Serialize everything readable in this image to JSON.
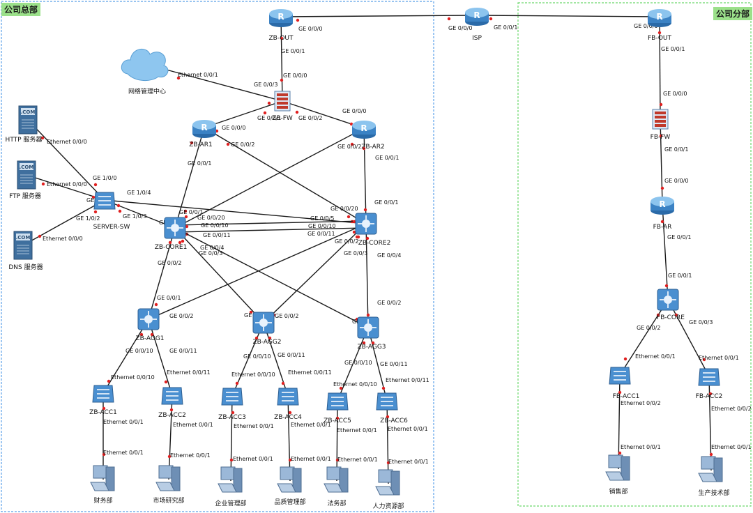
{
  "areas": {
    "hq": {
      "label": "公司总部"
    },
    "branch": {
      "label": "公司分部"
    }
  },
  "colors": {
    "hq_border": "#5aa0e8",
    "branch_border": "#6ad86a",
    "link": "#1a1a1a",
    "port_dot": "#e02020",
    "router": "#3b82c4",
    "switch": "#4a8fd0",
    "firewall": "#c0392b",
    "server": "#3f6f9e",
    "pc": "#6e8fb5",
    "cloud": "#8ec6ef"
  },
  "devices": [
    {
      "id": "zb-out",
      "label": "ZB-OUT",
      "type": "router"
    },
    {
      "id": "isp",
      "label": "ISP",
      "type": "router"
    },
    {
      "id": "fb-out",
      "label": "FB-OUT",
      "type": "router"
    },
    {
      "id": "cloud",
      "label": "网络管理中心",
      "type": "cloud"
    },
    {
      "id": "zb-fw",
      "label": "ZB-FW",
      "type": "firewall"
    },
    {
      "id": "zb-ar1",
      "label": "ZB-AR1",
      "type": "router"
    },
    {
      "id": "zb-ar2",
      "label": "ZB-AR2",
      "type": "router"
    },
    {
      "id": "http",
      "label": "HTTP 服务器",
      "type": "server"
    },
    {
      "id": "ftp",
      "label": "FTP 服务器",
      "type": "server"
    },
    {
      "id": "dns",
      "label": "DNS 服务器",
      "type": "server"
    },
    {
      "id": "server-sw",
      "label": "SERVER-SW",
      "type": "switch"
    },
    {
      "id": "zb-core1",
      "label": "ZB-CORE1",
      "type": "core"
    },
    {
      "id": "zb-core2",
      "label": "ZB-CORE2",
      "type": "core"
    },
    {
      "id": "zb-agg1",
      "label": "ZB-AGG1",
      "type": "core"
    },
    {
      "id": "zb-agg2",
      "label": "ZB-AGG2",
      "type": "core"
    },
    {
      "id": "zb-agg3",
      "label": "ZB-AGG3",
      "type": "core"
    },
    {
      "id": "zb-acc1",
      "label": "ZB-ACC1",
      "type": "switch"
    },
    {
      "id": "zb-acc2",
      "label": "ZB-ACC2",
      "type": "switch"
    },
    {
      "id": "zb-acc3",
      "label": "ZB-ACC3",
      "type": "switch"
    },
    {
      "id": "zb-acc4",
      "label": "ZB-ACC4",
      "type": "switch"
    },
    {
      "id": "zb-acc5",
      "label": "ZB-ACC5",
      "type": "switch"
    },
    {
      "id": "zb-acc6",
      "label": "ZB-ACC6",
      "type": "switch"
    },
    {
      "id": "pc-finance",
      "label": "财务部",
      "type": "pc"
    },
    {
      "id": "pc-market",
      "label": "市场研究部",
      "type": "pc"
    },
    {
      "id": "pc-enterprise",
      "label": "企业管理部",
      "type": "pc"
    },
    {
      "id": "pc-quality",
      "label": "品质管理部",
      "type": "pc"
    },
    {
      "id": "pc-legal",
      "label": "法务部",
      "type": "pc"
    },
    {
      "id": "pc-hr",
      "label": "人力资源部",
      "type": "pc"
    },
    {
      "id": "fb-fw",
      "label": "FB-FW",
      "type": "firewall"
    },
    {
      "id": "fb-ar",
      "label": "FB-AR",
      "type": "router"
    },
    {
      "id": "fb-core",
      "label": "FB-CORE",
      "type": "core"
    },
    {
      "id": "fb-acc1",
      "label": "FB-ACC1",
      "type": "switch"
    },
    {
      "id": "fb-acc2",
      "label": "FB-ACC2",
      "type": "switch"
    },
    {
      "id": "pc-sales",
      "label": "销售部",
      "type": "pc"
    },
    {
      "id": "pc-tech",
      "label": "生产技术部",
      "type": "pc"
    }
  ],
  "links": [
    {
      "from": "zb-out",
      "to": "isp",
      "from_port": "GE 0/0/0",
      "to_port": "GE 0/0/0"
    },
    {
      "from": "isp",
      "to": "fb-out",
      "from_port": "GE 0/0/1",
      "to_port": "GE 0/0/0"
    },
    {
      "from": "zb-out",
      "to": "zb-fw",
      "from_port": "GE 0/0/1",
      "to_port": "GE 0/0/0"
    },
    {
      "from": "cloud",
      "to": "zb-fw",
      "from_port": "Ethernet 0/0/1",
      "to_port": "GE 0/0/3"
    },
    {
      "from": "zb-fw",
      "to": "zb-ar1",
      "from_port": "GE 0/0/1",
      "to_port": "GE 0/0/0"
    },
    {
      "from": "zb-fw",
      "to": "zb-ar2",
      "from_port": "GE 0/0/2",
      "to_port": "GE 0/0/0"
    },
    {
      "from": "zb-ar1",
      "to": "zb-core1",
      "from_port": "GE 0/0/1",
      "to_port": "GE 0/0/1"
    },
    {
      "from": "zb-ar1",
      "to": "zb-core2",
      "from_port": "GE 0/0/2",
      "to_port": "GE 0/0/20"
    },
    {
      "from": "zb-ar2",
      "to": "zb-core1",
      "from_port": "GE 0/0/2",
      "to_port": "GE 0/0/20"
    },
    {
      "from": "zb-ar2",
      "to": "zb-core2",
      "from_port": "GE 0/0/1",
      "to_port": "GE 0/0/1"
    },
    {
      "from": "http",
      "to": "server-sw",
      "from_port": "Ethernet 0/0/0",
      "to_port": "GE 1/0/0"
    },
    {
      "from": "ftp",
      "to": "server-sw",
      "from_port": "Ethernet 0/0/0",
      "to_port": "GE 1/0/1"
    },
    {
      "from": "dns",
      "to": "server-sw",
      "from_port": "Ethernet 0/0/0",
      "to_port": "GE 1/0/2"
    },
    {
      "from": "server-sw",
      "to": "zb-core1",
      "from_port": "GE 1/0/3",
      "to_port": "GE 0/0/5"
    },
    {
      "from": "server-sw",
      "to": "zb-core2",
      "from_port": "GE 1/0/4",
      "to_port": "GE 0/0/5"
    },
    {
      "from": "zb-core1",
      "to": "zb-core2",
      "from_port": "GE 0/0/10",
      "to_port": "GE 0/0/10"
    },
    {
      "from": "zb-core1",
      "to": "zb-core2",
      "from_port": "GE 0/0/11",
      "to_port": "GE 0/0/11"
    },
    {
      "from": "zb-core1",
      "to": "zb-agg1",
      "from_port": "GE 0/0/2",
      "to_port": "GE 0/0/1"
    },
    {
      "from": "zb-core1",
      "to": "zb-agg2",
      "from_port": "GE 0/0/3",
      "to_port": "GE 0/0/1"
    },
    {
      "from": "zb-core1",
      "to": "zb-agg3",
      "from_port": "GE 0/0/4",
      "to_port": "GE 0/0/1"
    },
    {
      "from": "zb-core2",
      "to": "zb-agg1",
      "from_port": "GE 0/0/2",
      "to_port": "GE 0/0/2"
    },
    {
      "from": "zb-core2",
      "to": "zb-agg2",
      "from_port": "GE 0/0/3",
      "to_port": "GE 0/0/2"
    },
    {
      "from": "zb-core2",
      "to": "zb-agg3",
      "from_port": "GE 0/0/4",
      "to_port": "GE 0/0/2"
    },
    {
      "from": "zb-agg1",
      "to": "zb-acc1",
      "from_port": "GE 0/0/10",
      "to_port": "Ethernet 0/0/10"
    },
    {
      "from": "zb-agg1",
      "to": "zb-acc2",
      "from_port": "GE 0/0/11",
      "to_port": "Ethernet 0/0/11"
    },
    {
      "from": "zb-agg2",
      "to": "zb-acc3",
      "from_port": "GE 0/0/10",
      "to_port": "Ethernet 0/0/10"
    },
    {
      "from": "zb-agg2",
      "to": "zb-acc4",
      "from_port": "GE 0/0/11",
      "to_port": "Ethernet 0/0/11"
    },
    {
      "from": "zb-agg3",
      "to": "zb-acc5",
      "from_port": "GE 0/0/10",
      "to_port": "Ethernet 0/0/10"
    },
    {
      "from": "zb-agg3",
      "to": "zb-acc6",
      "from_port": "GE 0/0/11",
      "to_port": "Ethernet 0/0/11"
    },
    {
      "from": "zb-acc1",
      "to": "pc-finance",
      "from_port": "Ethernet 0/0/1",
      "to_port": "Ethernet 0/0/1"
    },
    {
      "from": "zb-acc2",
      "to": "pc-market",
      "from_port": "Ethernet 0/0/1",
      "to_port": "Ethernet 0/0/1"
    },
    {
      "from": "zb-acc3",
      "to": "pc-enterprise",
      "from_port": "Ethernet 0/0/1",
      "to_port": "Ethernet 0/0/1"
    },
    {
      "from": "zb-acc4",
      "to": "pc-quality",
      "from_port": "Ethernet 0/0/1",
      "to_port": "Ethernet 0/0/1"
    },
    {
      "from": "zb-acc5",
      "to": "pc-legal",
      "from_port": "Ethernet 0/0/1",
      "to_port": "Ethernet 0/0/1"
    },
    {
      "from": "zb-acc6",
      "to": "pc-hr",
      "from_port": "Ethernet 0/0/1",
      "to_port": "Ethernet 0/0/1"
    },
    {
      "from": "fb-out",
      "to": "fb-fw",
      "from_port": "GE 0/0/1",
      "to_port": "GE 0/0/0"
    },
    {
      "from": "fb-fw",
      "to": "fb-ar",
      "from_port": "GE 0/0/1",
      "to_port": "GE 0/0/0"
    },
    {
      "from": "fb-ar",
      "to": "fb-core",
      "from_port": "GE 0/0/1",
      "to_port": "GE 0/0/1"
    },
    {
      "from": "fb-core",
      "to": "fb-acc1",
      "from_port": "GE 0/0/2",
      "to_port": "Ethernet 0/0/1"
    },
    {
      "from": "fb-core",
      "to": "fb-acc2",
      "from_port": "GE 0/0/3",
      "to_port": "Ethernet 0/0/1"
    },
    {
      "from": "fb-acc1",
      "to": "pc-sales",
      "from_port": "Ethernet 0/0/2",
      "to_port": "Ethernet 0/0/1"
    },
    {
      "from": "fb-acc2",
      "to": "pc-tech",
      "from_port": "Ethernet 0/0/2",
      "to_port": "Ethernet 0/0/1"
    }
  ]
}
